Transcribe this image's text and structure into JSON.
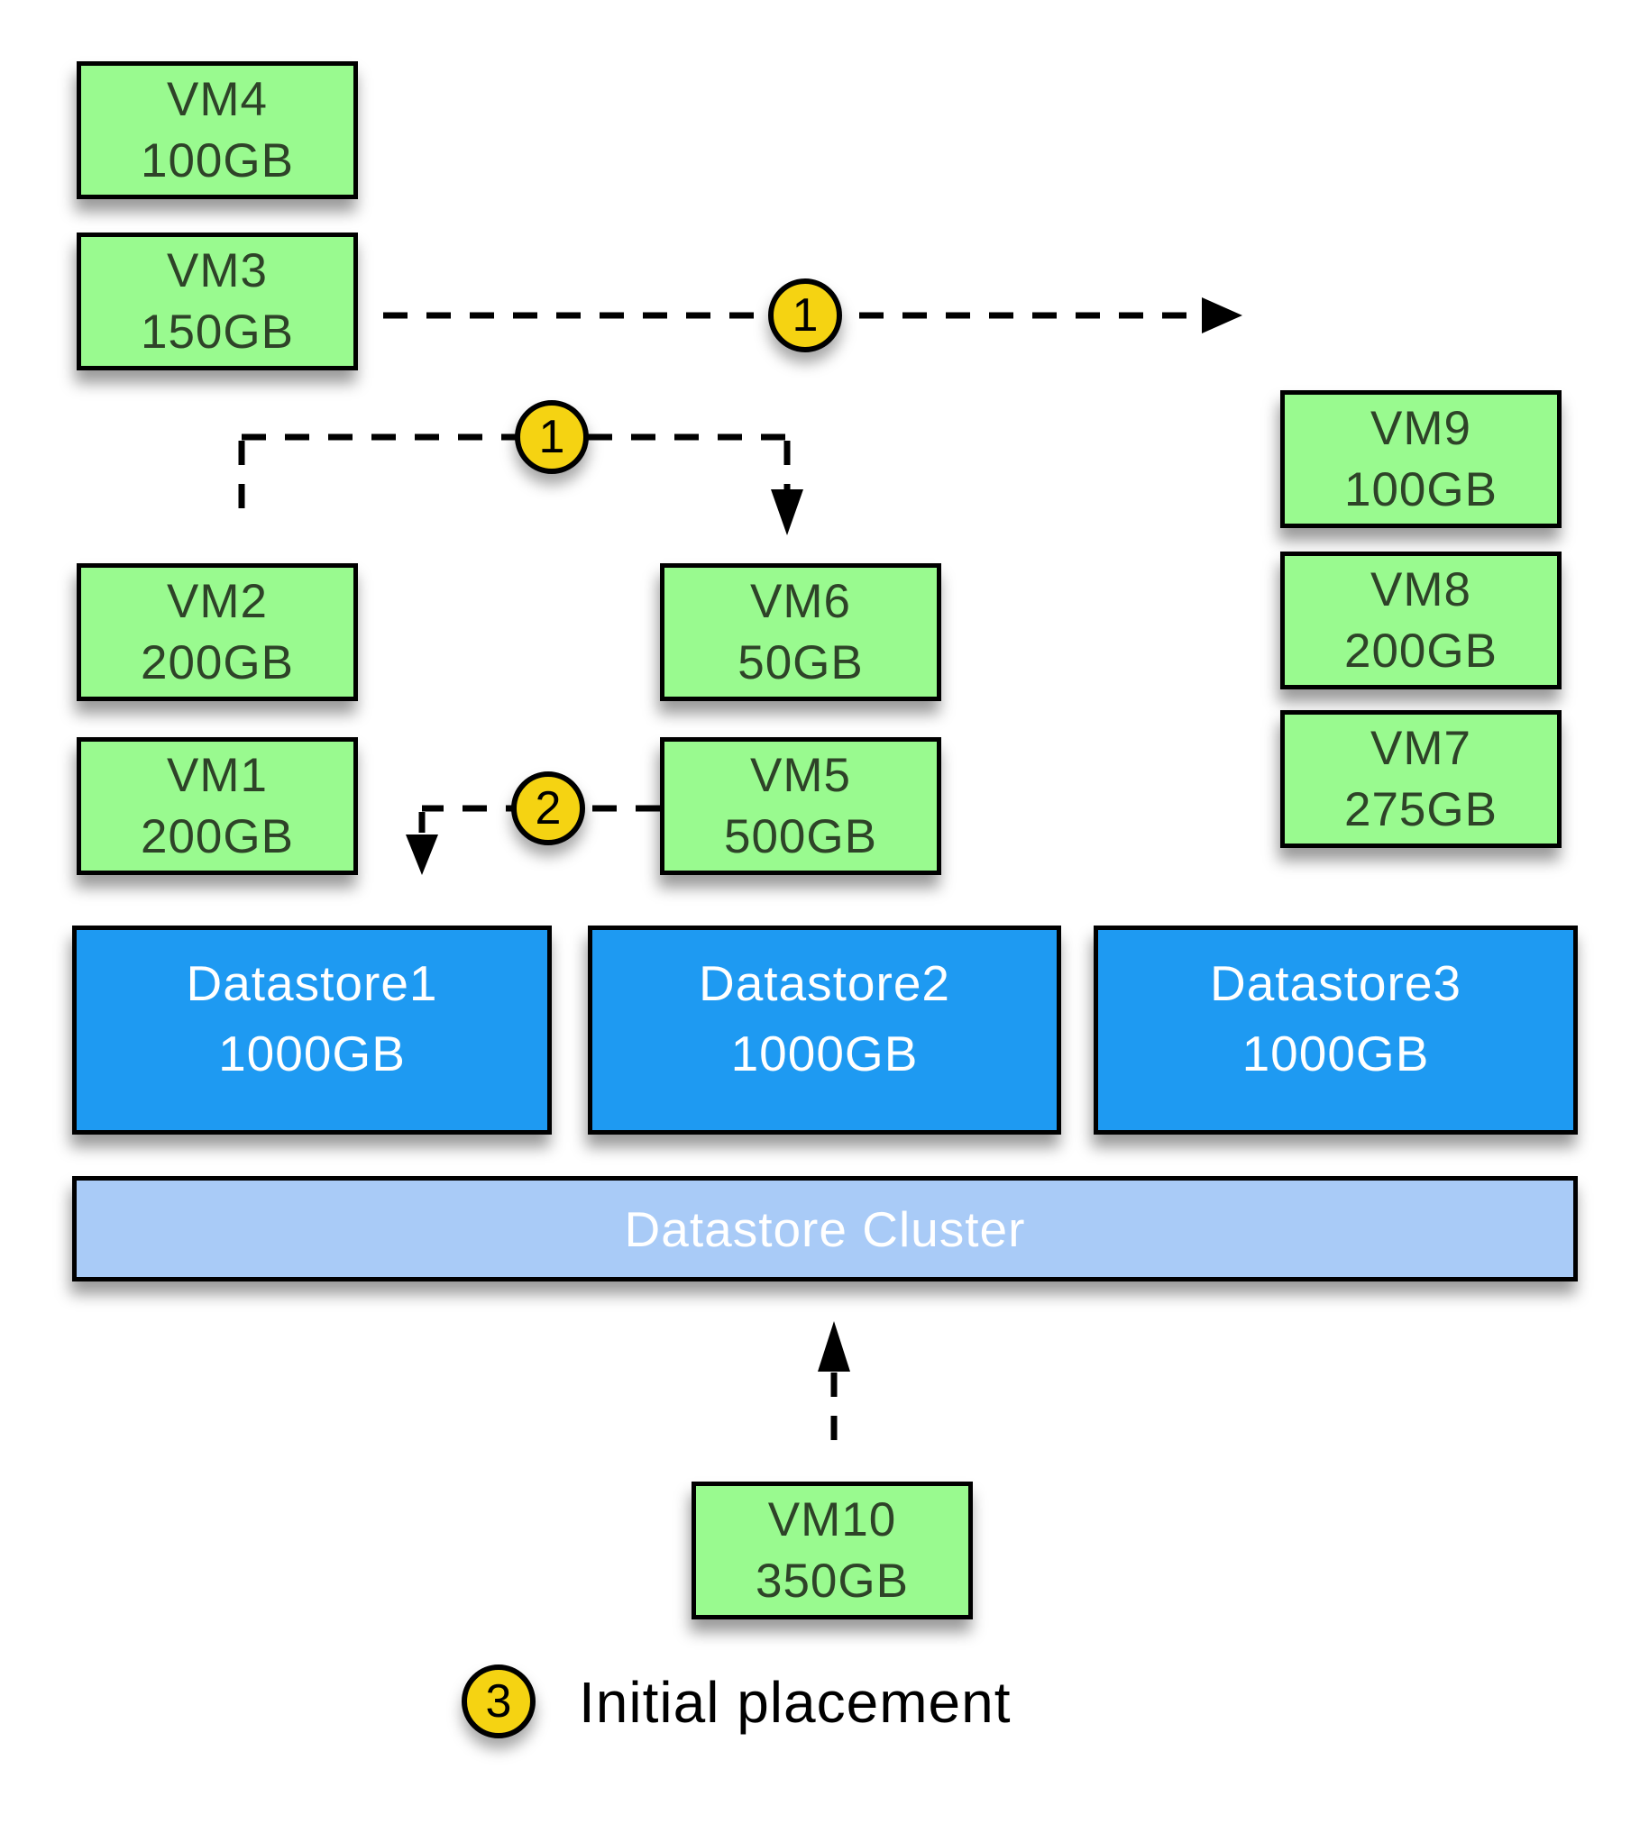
{
  "vms": [
    {
      "name": "VM4",
      "size": "100GB"
    },
    {
      "name": "VM3",
      "size": "150GB"
    },
    {
      "name": "VM2",
      "size": "200GB"
    },
    {
      "name": "VM1",
      "size": "200GB"
    },
    {
      "name": "VM6",
      "size": "50GB"
    },
    {
      "name": "VM5",
      "size": "500GB"
    },
    {
      "name": "VM9",
      "size": "100GB"
    },
    {
      "name": "VM8",
      "size": "200GB"
    },
    {
      "name": "VM7",
      "size": "275GB"
    },
    {
      "name": "VM10",
      "size": "350GB"
    }
  ],
  "datastores": [
    {
      "name": "Datastore1",
      "capacity": "1000GB"
    },
    {
      "name": "Datastore2",
      "capacity": "1000GB"
    },
    {
      "name": "Datastore3",
      "capacity": "1000GB"
    }
  ],
  "cluster": {
    "label": "Datastore Cluster"
  },
  "badges": [
    {
      "label": "1"
    },
    {
      "label": "1"
    },
    {
      "label": "2"
    },
    {
      "label": "3"
    }
  ],
  "legend": {
    "text": "Initial placement"
  },
  "colors": {
    "vm_fill": "#99fa8f",
    "vm_text": "#2e4328",
    "datastore_fill": "#1e9af2",
    "cluster_fill": "#a9cbf7",
    "badge_fill": "#f5d312",
    "text_on_blue": "#ffffff"
  }
}
